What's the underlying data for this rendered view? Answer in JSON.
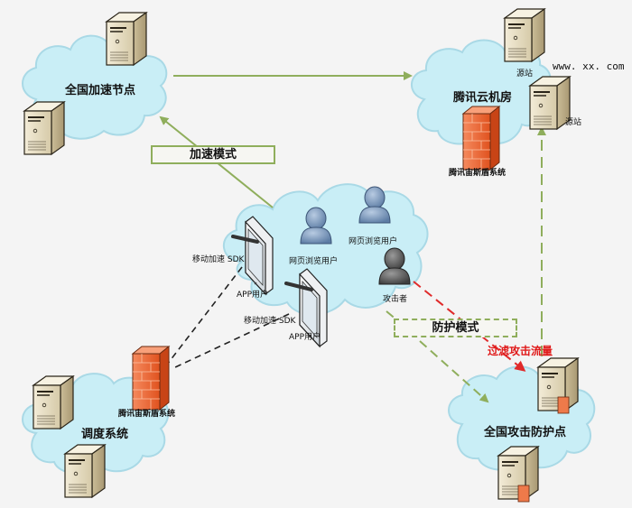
{
  "colors": {
    "cloud_fill": "#c9eef6",
    "cloud_stroke": "#a9d9e6",
    "green_line": "#8fae5c",
    "red_line": "#e02a2a",
    "black_dash": "#222222",
    "firewall": "#ee6a3a",
    "server_body": "#e9e1cc",
    "user_blue": "#6f8fb5",
    "attacker_gray": "#555555"
  },
  "clouds": {
    "acceleration": {
      "title": "全国加速节点"
    },
    "tencent": {
      "title": "腾讯云机房"
    },
    "users": {
      "title": ""
    },
    "scheduling": {
      "title": "调度系统"
    },
    "protection": {
      "title": "全国攻击防护点"
    }
  },
  "tencent": {
    "origin_label_1": "源站",
    "origin_label_2": "源站",
    "url": "www. xx. com",
    "firewall_label": "腾讯宙斯盾系统"
  },
  "users": {
    "web_user_1": "网页浏览用户",
    "web_user_2": "网页浏览用户",
    "attacker": "攻击者",
    "app_user_1": "APP用户",
    "app_user_2": "APP用户",
    "sdk_1": "移动加速  SDK",
    "sdk_2": "移动加速  SDK"
  },
  "scheduling": {
    "firewall_label": "腾讯宙斯盾系统"
  },
  "modes": {
    "acceleration": "加速模式",
    "protection": "防护模式"
  },
  "annotations": {
    "filter_traffic": "过滤攻击流量"
  }
}
